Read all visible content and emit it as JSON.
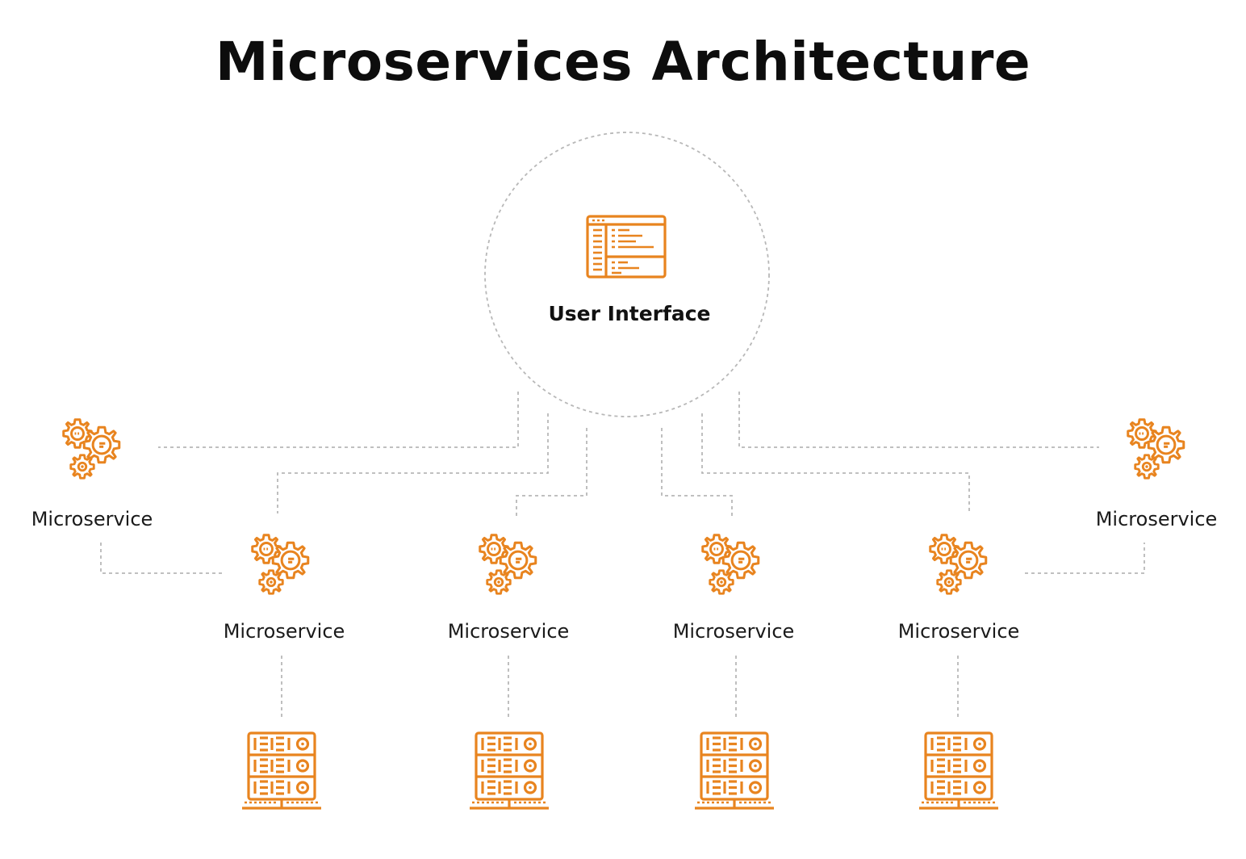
{
  "title": "Microservices Architecture",
  "user_interface": {
    "label": "User Interface",
    "icon": "code-window-icon"
  },
  "microservices": [
    {
      "label": "Microservice",
      "icon": "gears-icon"
    },
    {
      "label": "Microservice",
      "icon": "gears-icon"
    },
    {
      "label": "Microservice",
      "icon": "gears-icon"
    },
    {
      "label": "Microservice",
      "icon": "gears-icon"
    },
    {
      "label": "Microservice",
      "icon": "gears-icon"
    },
    {
      "label": "Microservice",
      "icon": "gears-icon"
    }
  ],
  "databases": [
    {
      "icon": "server-database-icon"
    },
    {
      "icon": "server-database-icon"
    },
    {
      "icon": "server-database-icon"
    },
    {
      "icon": "server-database-icon"
    }
  ],
  "colors": {
    "accent": "#E8841F",
    "connector": "#B5B5B5",
    "text": "#111111"
  }
}
